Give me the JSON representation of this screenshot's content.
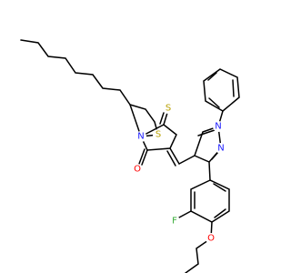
{
  "atoms": {
    "S_ring": {
      "label": "S",
      "color": "#b8a000"
    },
    "S_thione": {
      "label": "S",
      "color": "#b8a000"
    },
    "N_thiazol": {
      "label": "N",
      "color": "#1a1aff"
    },
    "O_carbonyl": {
      "label": "O",
      "color": "#ff0000"
    },
    "N1_pyrazole": {
      "label": "N",
      "color": "#1a1aff"
    },
    "N2_pyrazole": {
      "label": "N",
      "color": "#1a1aff"
    },
    "F": {
      "label": "F",
      "color": "#33aa33"
    },
    "O_ether": {
      "label": "O",
      "color": "#ff0000"
    }
  }
}
